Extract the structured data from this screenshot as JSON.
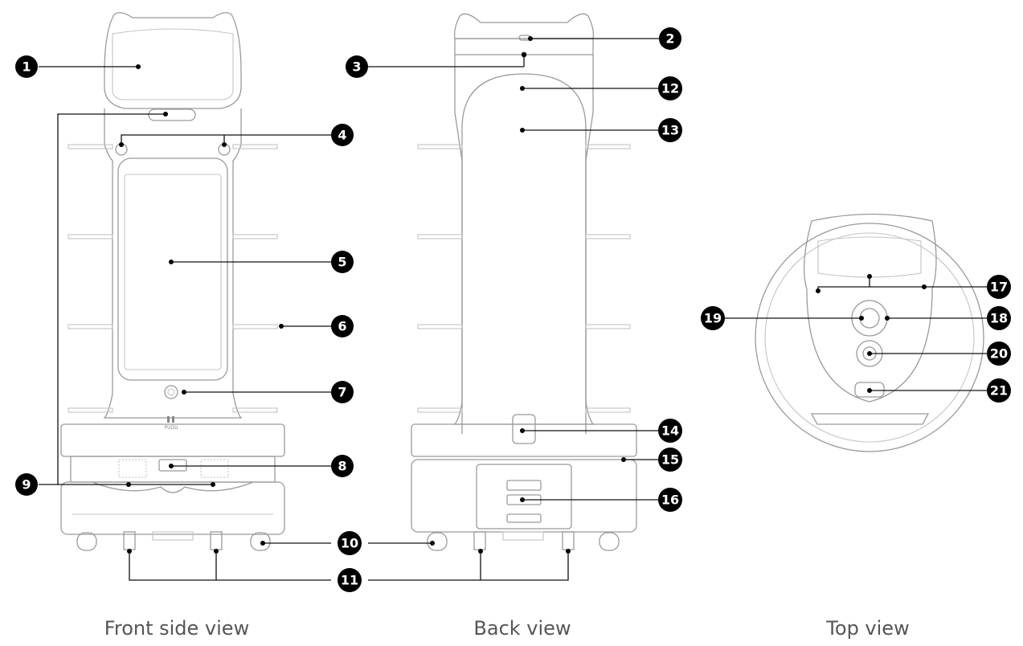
{
  "captions": {
    "front": "Front side view",
    "back": "Back view",
    "top": "Top view"
  },
  "logo": {
    "text": "PUDU"
  },
  "callouts": [
    {
      "id": "badge-1",
      "label": "1"
    },
    {
      "id": "badge-2",
      "label": "2"
    },
    {
      "id": "badge-3",
      "label": "3"
    },
    {
      "id": "badge-4",
      "label": "4"
    },
    {
      "id": "badge-5",
      "label": "5"
    },
    {
      "id": "badge-6",
      "label": "6"
    },
    {
      "id": "badge-7",
      "label": "7"
    },
    {
      "id": "badge-8",
      "label": "8"
    },
    {
      "id": "badge-9",
      "label": "9"
    },
    {
      "id": "badge-10",
      "label": "10"
    },
    {
      "id": "badge-11",
      "label": "11"
    },
    {
      "id": "badge-12",
      "label": "12"
    },
    {
      "id": "badge-13",
      "label": "13"
    },
    {
      "id": "badge-14",
      "label": "14"
    },
    {
      "id": "badge-15",
      "label": "15"
    },
    {
      "id": "badge-16",
      "label": "16"
    },
    {
      "id": "badge-17",
      "label": "17"
    },
    {
      "id": "badge-18",
      "label": "18"
    },
    {
      "id": "badge-19",
      "label": "19"
    },
    {
      "id": "badge-20",
      "label": "20"
    },
    {
      "id": "badge-21",
      "label": "21"
    }
  ]
}
